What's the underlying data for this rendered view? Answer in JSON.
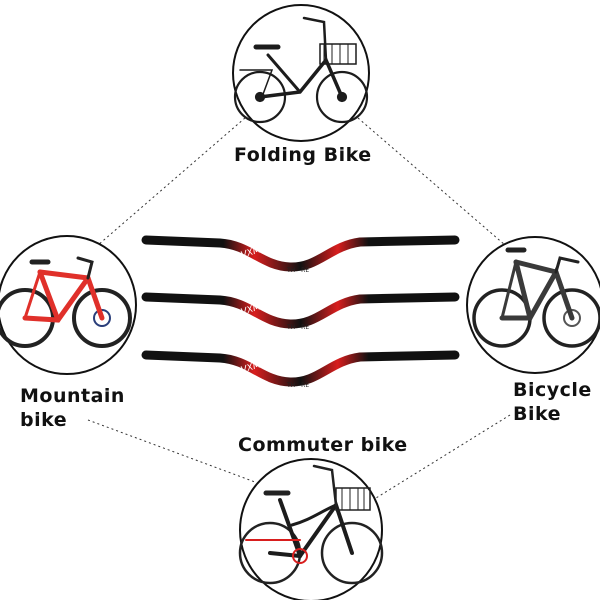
{
  "labels": {
    "folding": "Folding Bike",
    "mountain_line1": "Mountain",
    "mountain_line2": "bike",
    "bicycle_line1": "Bicycle",
    "bicycle_line2": "Bike",
    "commuter": "Commuter bike"
  },
  "handlebar": {
    "brand_text": "VXM",
    "spec_text": "TH - RE",
    "count": 3
  },
  "colors": {
    "bar_black": "#111111",
    "bar_red": "#d81e1e",
    "frame_red": "#e0302a",
    "frame_black": "#1c1c1c",
    "frame_grey": "#3a3a3a",
    "circle_border": "#111111",
    "dotted_line": "#333333"
  },
  "icons": [
    "folding-bike-icon",
    "mountain-bike-icon",
    "road-bike-icon",
    "commuter-bike-icon"
  ]
}
